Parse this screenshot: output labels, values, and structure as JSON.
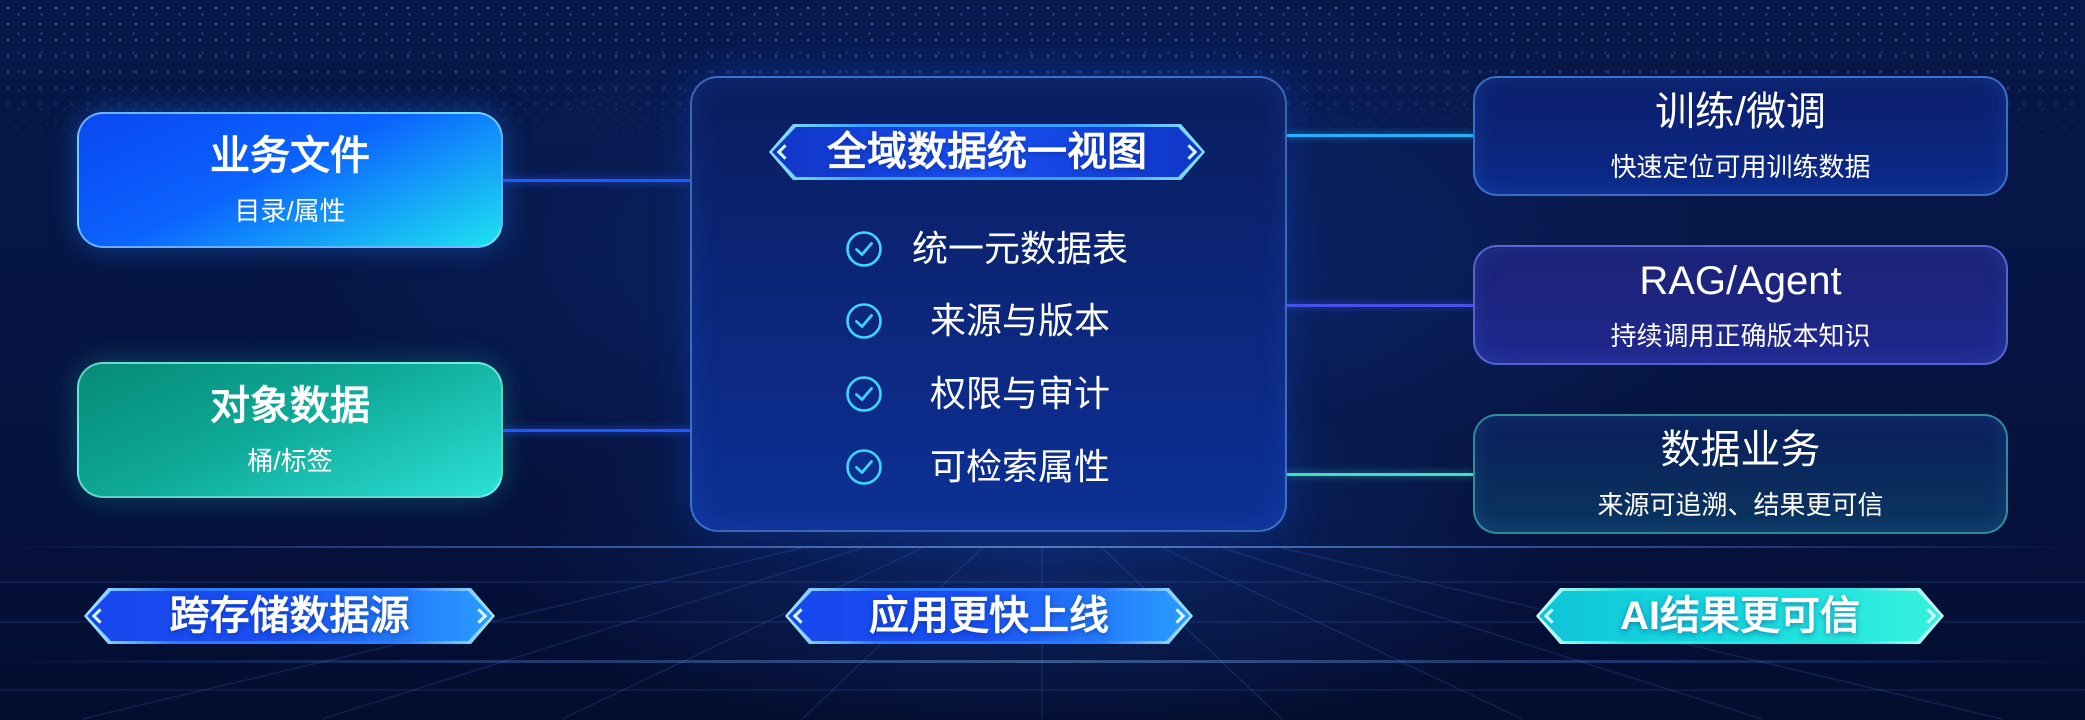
{
  "left_sources": [
    {
      "title": "业务文件",
      "subtitle": "目录/属性"
    },
    {
      "title": "对象数据",
      "subtitle": "桶/标签"
    }
  ],
  "unified_view": {
    "title": "全域数据统一视图",
    "items": [
      {
        "icon": "check-circle-icon",
        "label": "统一元数据表"
      },
      {
        "icon": "check-circle-icon",
        "label": "来源与版本"
      },
      {
        "icon": "check-circle-icon",
        "label": "权限与审计"
      },
      {
        "icon": "check-circle-icon",
        "label": "可检索属性"
      }
    ]
  },
  "outputs": [
    {
      "title": "训练/微调",
      "subtitle": "快速定位可用训练数据"
    },
    {
      "title": "RAG/Agent",
      "subtitle": "持续调用正确版本知识"
    },
    {
      "title": "数据业务",
      "subtitle": "来源可追溯、结果更可信"
    }
  ],
  "benefits": [
    {
      "label": "跨存储数据源"
    },
    {
      "label": "应用更快上线"
    },
    {
      "label": "AI结果更可信"
    }
  ],
  "colors": {
    "background": "#061543",
    "background_top": "#07184a",
    "files_start": "#0a48f0",
    "files_end": "#1ee2f0",
    "objects_start": "#078a78",
    "objects_end": "#2ce0d6",
    "panel": "#0c2a86",
    "check": "#3cd6ff",
    "banner_blue": "#1a4ff2",
    "banner_cyan": "#16dde0",
    "connector_blue": "#2458ff",
    "connector_cyan": "#1fb4ff",
    "connector_indigo": "#4552ea",
    "connector_teal": "#3ee0c4",
    "output_training": "#0c2a8a",
    "output_rag": "#20288f",
    "output_business": "#0b355f"
  }
}
